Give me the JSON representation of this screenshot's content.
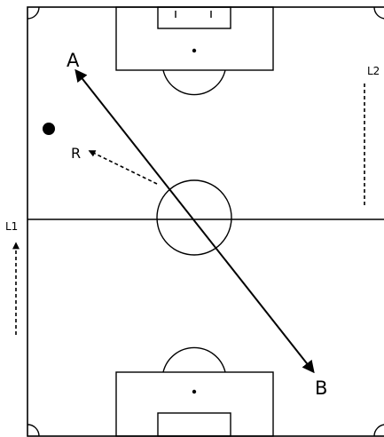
{
  "labels": {
    "player_a": "A",
    "player_b": "B",
    "runner": "R",
    "line_1": "L1",
    "line_2": "L2"
  },
  "colors": {
    "ink": "#000000",
    "paper": "#ffffff"
  }
}
